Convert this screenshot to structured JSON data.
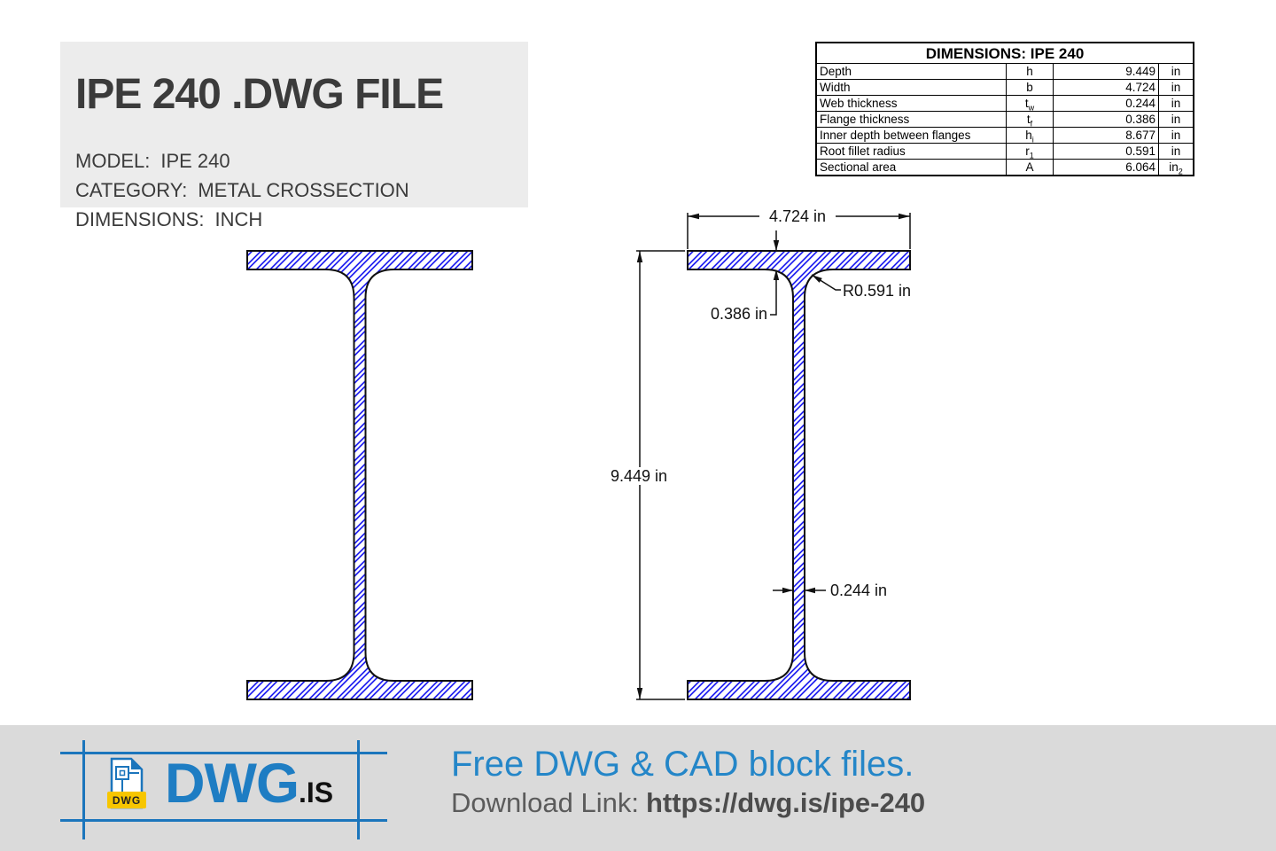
{
  "header": {
    "title": "IPE 240 .DWG FILE",
    "meta": [
      {
        "label": "MODEL:",
        "value": "IPE 240"
      },
      {
        "label": "CATEGORY:",
        "value": "METAL CROSSECTION"
      },
      {
        "label": "DIMENSIONS:",
        "value": "INCH"
      }
    ]
  },
  "table": {
    "title": "DIMENSIONS: IPE 240",
    "rows": [
      {
        "name": "Depth",
        "sym": "h",
        "sub": "",
        "value": "9.449",
        "unit": "in",
        "unit_sub": ""
      },
      {
        "name": "Width",
        "sym": "b",
        "sub": "",
        "value": "4.724",
        "unit": "in",
        "unit_sub": ""
      },
      {
        "name": "Web thickness",
        "sym": "t",
        "sub": "w",
        "value": "0.244",
        "unit": "in",
        "unit_sub": ""
      },
      {
        "name": "Flange thickness",
        "sym": "t",
        "sub": "f",
        "value": "0.386",
        "unit": "in",
        "unit_sub": ""
      },
      {
        "name": "Inner depth between flanges",
        "sym": "h",
        "sub": "i",
        "value": "8.677",
        "unit": "in",
        "unit_sub": ""
      },
      {
        "name": "Root fillet radius",
        "sym": "r",
        "sub": "1",
        "value": "0.591",
        "unit": "in",
        "unit_sub": ""
      },
      {
        "name": "Sectional area",
        "sym": "A",
        "sub": "",
        "value": "6.064",
        "unit": "in",
        "unit_sub": "2"
      }
    ]
  },
  "drawing": {
    "dim_width": "4.724 in",
    "dim_height": "9.449 in",
    "dim_flange_thickness": "0.386 in",
    "dim_web_thickness": "0.244 in",
    "dim_root_radius": "R0.591 in",
    "hatch_color": "#0000EE"
  },
  "footer": {
    "logo_badge": "DWG",
    "logo_text": "DWG",
    "logo_suffix": ".IS",
    "tagline": "Free DWG & CAD block files.",
    "download_label": "Download Link:",
    "download_url": "https://dwg.is/ipe-240"
  },
  "theme": {
    "accent_blue": "#1b75bc",
    "tagline_blue": "#2486c8",
    "hatch_blue": "#0000EE",
    "badge_yellow": "#f7c600",
    "title_gray_bg": "#ececec",
    "footer_gray_bg": "#dadada"
  }
}
